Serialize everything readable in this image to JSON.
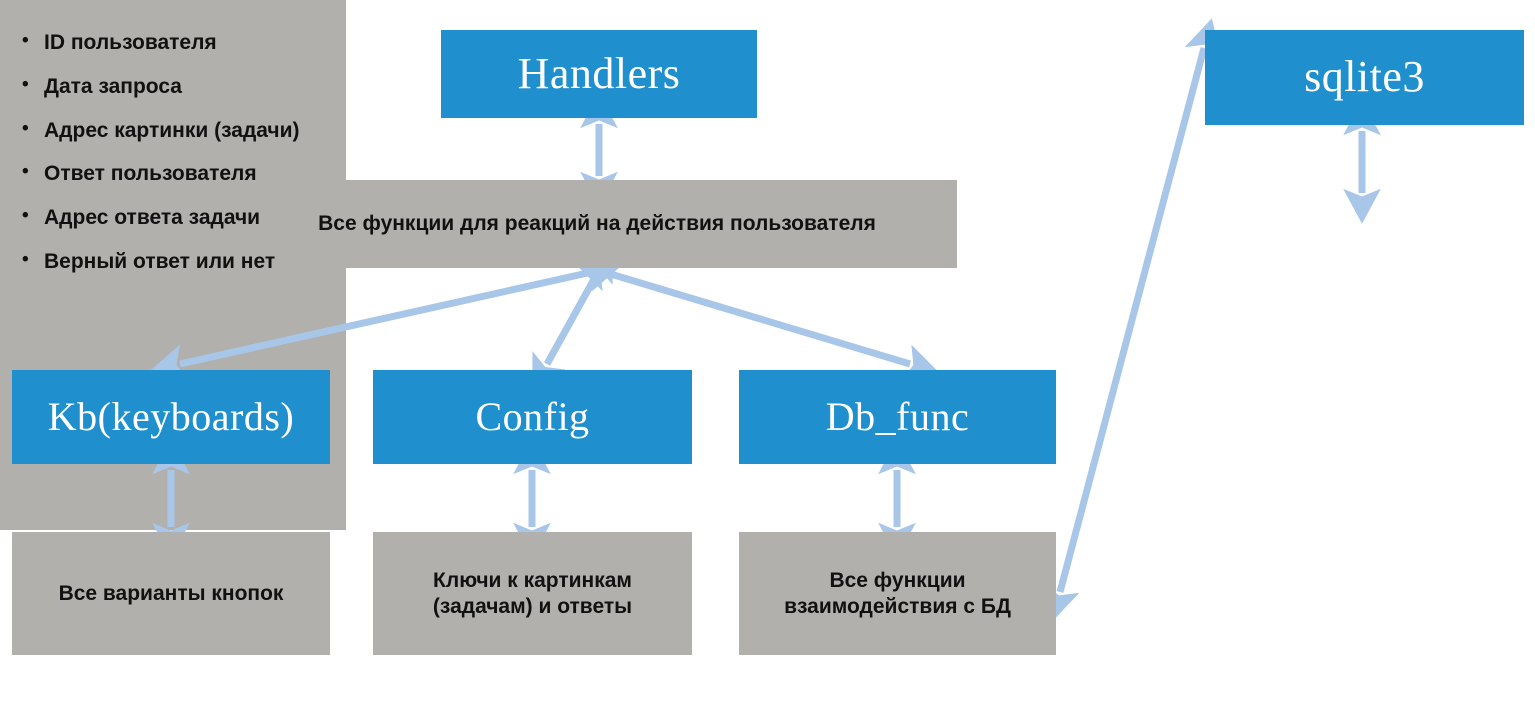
{
  "diagram": {
    "title": "Telegram bot architecture diagram",
    "colors": {
      "module_blue": "#1f8fcd",
      "description_gray": "#b2b0ad",
      "arrow_blue": "#a8c6e8",
      "module_text": "#ffffff",
      "description_text": "#111111",
      "background": "#ffffff"
    },
    "modules": {
      "handlers": "Handlers",
      "handlers_description": "Все функции для реакций на действия  пользователя",
      "kb": "Kb(keyboards)",
      "kb_description": "Все варианты кнопок",
      "config": "Config",
      "config_description_line1": "Ключи к картинкам",
      "config_description_line2": "(задачам) и ответы",
      "db_func": "Db_func",
      "db_func_description_line1": "Все функции",
      "db_func_description_line2": "взаимодействия с БД",
      "sqlite": "sqlite3"
    },
    "db_fields": [
      {
        "bullet": "•",
        "label": "ID пользователя"
      },
      {
        "bullet": "•",
        "label": "Дата запроса"
      },
      {
        "bullet": "•",
        "label": "Адрес картинки (задачи)"
      },
      {
        "bullet": "•",
        "label": "Ответ пользователя"
      },
      {
        "bullet": "•",
        "label": "Адрес ответа задачи"
      },
      {
        "bullet": "•",
        "label": "Верный ответ или нет"
      }
    ]
  }
}
